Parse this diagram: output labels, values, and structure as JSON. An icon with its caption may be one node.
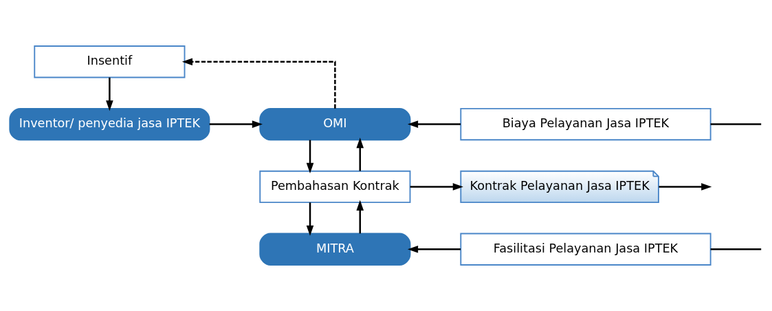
{
  "diagram": {
    "nodes": [
      {
        "text": [
          "Insentif"
        ]
      },
      {
        "text": [
          "Inventor/ penyedia jasa IPTEK"
        ]
      },
      {
        "text": [
          "OMI"
        ]
      },
      {
        "text": [
          "Biaya Pelayanan Jasa IPTEK"
        ]
      },
      {
        "text": [
          "Pembahasan Kontrak"
        ]
      },
      {
        "text": [
          "Kontrak Pelayanan Jasa IPTEK"
        ]
      },
      {
        "text": [
          "MITRA"
        ]
      },
      {
        "text": [
          "Fasilitasi Pelayanan Jasa IPTEK"
        ]
      }
    ],
    "edges": [
      {
        "from": 0,
        "to": 1,
        "arrow": "to"
      },
      {
        "from": 1,
        "to": 2,
        "arrow": "to"
      },
      {
        "from": 2,
        "to": 0,
        "arrow": "to",
        "style": "dashed"
      },
      {
        "from": null,
        "to": 3,
        "arrow": "none"
      },
      {
        "from": 3,
        "to": 2,
        "arrow": "to"
      },
      {
        "from": 2,
        "to": 4,
        "arrow": "to"
      },
      {
        "from": 4,
        "to": 2,
        "arrow": "to"
      },
      {
        "from": 4,
        "to": 5,
        "arrow": "to"
      },
      {
        "from": 5,
        "to": null,
        "arrow": "to"
      },
      {
        "from": 4,
        "to": 6,
        "arrow": "to"
      },
      {
        "from": 6,
        "to": 4,
        "arrow": "to"
      },
      {
        "from": null,
        "to": 7,
        "arrow": "none"
      },
      {
        "from": 7,
        "to": 6,
        "arrow": "to"
      }
    ]
  }
}
